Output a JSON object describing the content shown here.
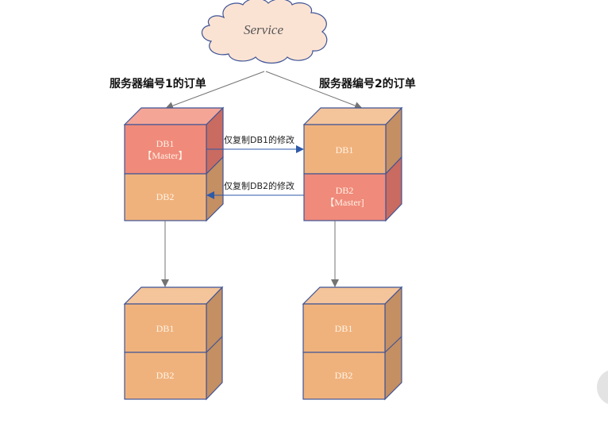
{
  "diagram": {
    "service": {
      "label": "Service",
      "fill": "#fbe3d4",
      "stroke": "#3f5496"
    },
    "servers": [
      {
        "heading": "服务器编号1的订单",
        "master_slot": "db1",
        "db1_lines": [
          "DB1",
          "【Master】"
        ],
        "db2_lines": [
          "DB2"
        ]
      },
      {
        "heading": "服务器编号2的订单",
        "master_slot": "db2",
        "db1_lines": [
          "DB1"
        ],
        "db2_lines": [
          "DB2",
          "【Master]"
        ]
      }
    ],
    "replicas": [
      {
        "db1_lines": [
          "DB1"
        ],
        "db2_lines": [
          "DB2"
        ]
      },
      {
        "db1_lines": [
          "DB1"
        ],
        "db2_lines": [
          "DB2"
        ]
      }
    ],
    "replication_links": [
      {
        "label": "仅复制DB1的修改",
        "direction": "left-to-right"
      },
      {
        "label": "仅复制DB2的修改",
        "direction": "right-to-left"
      }
    ],
    "colors": {
      "master_front": "#f08a7a",
      "master_top": "#f4a596",
      "master_side": "#c96b60",
      "slave_front": "#f0b27c",
      "slave_top": "#f4c49a",
      "slave_side": "#c48f62",
      "edge": "#3f5496",
      "arrow_gray": "#737373",
      "arrow_blue": "#2e5aa8"
    }
  }
}
